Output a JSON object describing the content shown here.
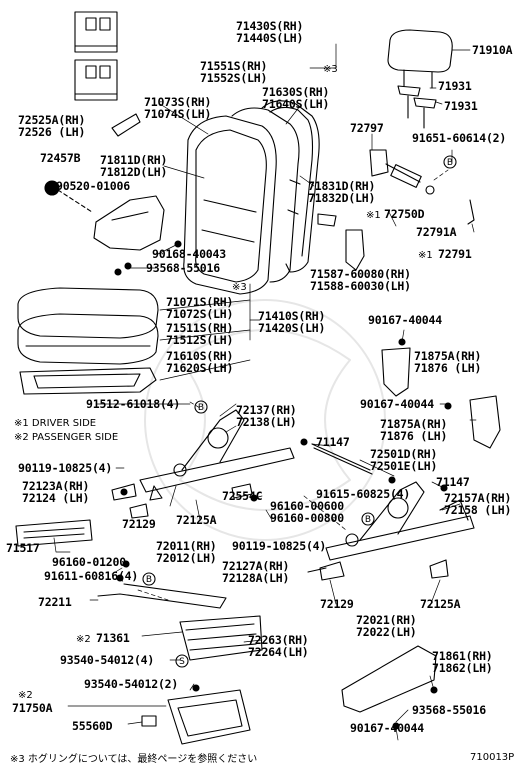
{
  "labels": {
    "p71910A": "71910A",
    "p71430S": "71430S(RH)",
    "p71440S": "71440S(LH)",
    "p71551S": "71551S(RH)",
    "p71552S": "71552S(LH)",
    "p71073S": "71073S(RH)",
    "p71074S": "71074S(LH)",
    "p71630S": "71630S(RH)",
    "p71640S": "71640S(LH)",
    "p71931a": "71931",
    "p71931b": "71931",
    "p72525A": "72525A(RH)",
    "p72526": "72526  (LH)",
    "p72797": "72797",
    "p91651": "91651-60614(2)",
    "p72457B": "72457B",
    "p71811D": "71811D(RH)",
    "p71812D": "71812D(LH)",
    "p90520": "90520-01006",
    "p71831D": "71831D(RH)",
    "p71832D": "71832D(LH)",
    "p72750D": "72750D",
    "p72791A": "72791A",
    "p72791": "72791",
    "p90168": "90168-40043",
    "p93568a": "93568-55016",
    "p71587": "71587-60080(RH)",
    "p71588": "71588-60030(LH)",
    "p71071S": "71071S(RH)",
    "p71072S": "71072S(LH)",
    "p71511S": "71511S(RH)",
    "p71512S": "71512S(LH)",
    "p71410S": "71410S(RH)",
    "p71420S": "71420S(LH)",
    "p71610S": "71610S(RH)",
    "p71620S": "71620S(LH)",
    "p90167a": "90167-40044",
    "p71875A": "71875A(RH)",
    "p71876a": "71876  (LH)",
    "p91512": "91512-61018(4)",
    "p72137": "72137(RH)",
    "p72138": "72138(LH)",
    "p90167b": "90167-40044",
    "p71875A2": "71875A(RH)",
    "p71876b": "71876  (LH)",
    "p71147a": "71147",
    "p72501D": "72501D(RH)",
    "p72501E": "72501E(LH)",
    "p90119a": "90119-10825(4)",
    "p71147b": "71147",
    "p72123A": "72123A(RH)",
    "p72124": "72124  (LH)",
    "p72554C": "72554C",
    "p91615": "91615-60825(4)",
    "p72157A": "72157A(RH)",
    "p72158": "72158  (LH)",
    "p96160a": "96160-00600",
    "p96160b": "96160-00800",
    "p72129a": "72129",
    "p72125Aa": "72125A",
    "p71517": "71517",
    "p72011": "72011(RH)",
    "p72012": "72012(LH)",
    "p90119b": "90119-10825(4)",
    "p96160c": "96160-01200",
    "p72127A": "72127A(RH)",
    "p72128A": "72128A(LH)",
    "p91611": "91611-60816(4)",
    "p72211": "72211",
    "p72129b": "72129",
    "p72125Ab": "72125A",
    "p72021": "72021(RH)",
    "p72022": "72022(LH)",
    "p71361": "71361",
    "p72263": "72263(RH)",
    "p72264": "72264(LH)",
    "p93540a": "93540-54012(4)",
    "p71861": "71861(RH)",
    "p71862": "71862(LH)",
    "p93540b": "93540-54012(2)",
    "p71750A": "71750A",
    "p93568b": "93568-55016",
    "p55560D": "55560D",
    "p90167c": "90167-40044"
  },
  "marks": {
    "m3a": "※3",
    "m1a": "※1",
    "m1b": "※1",
    "m3b": "※3",
    "m2a": "※2",
    "m2b": "※2",
    "circB1": "B",
    "circB2": "B",
    "circB3": "B",
    "circB4": "B",
    "circS": "S"
  },
  "notes": {
    "driver": "※1 DRIVER SIDE",
    "passenger": "※2 PASSENGER SIDE",
    "footnote": "※3 ホグリングについては、最終ページを参照ください",
    "figure_id": "710013P"
  },
  "highlight": "p71512S"
}
